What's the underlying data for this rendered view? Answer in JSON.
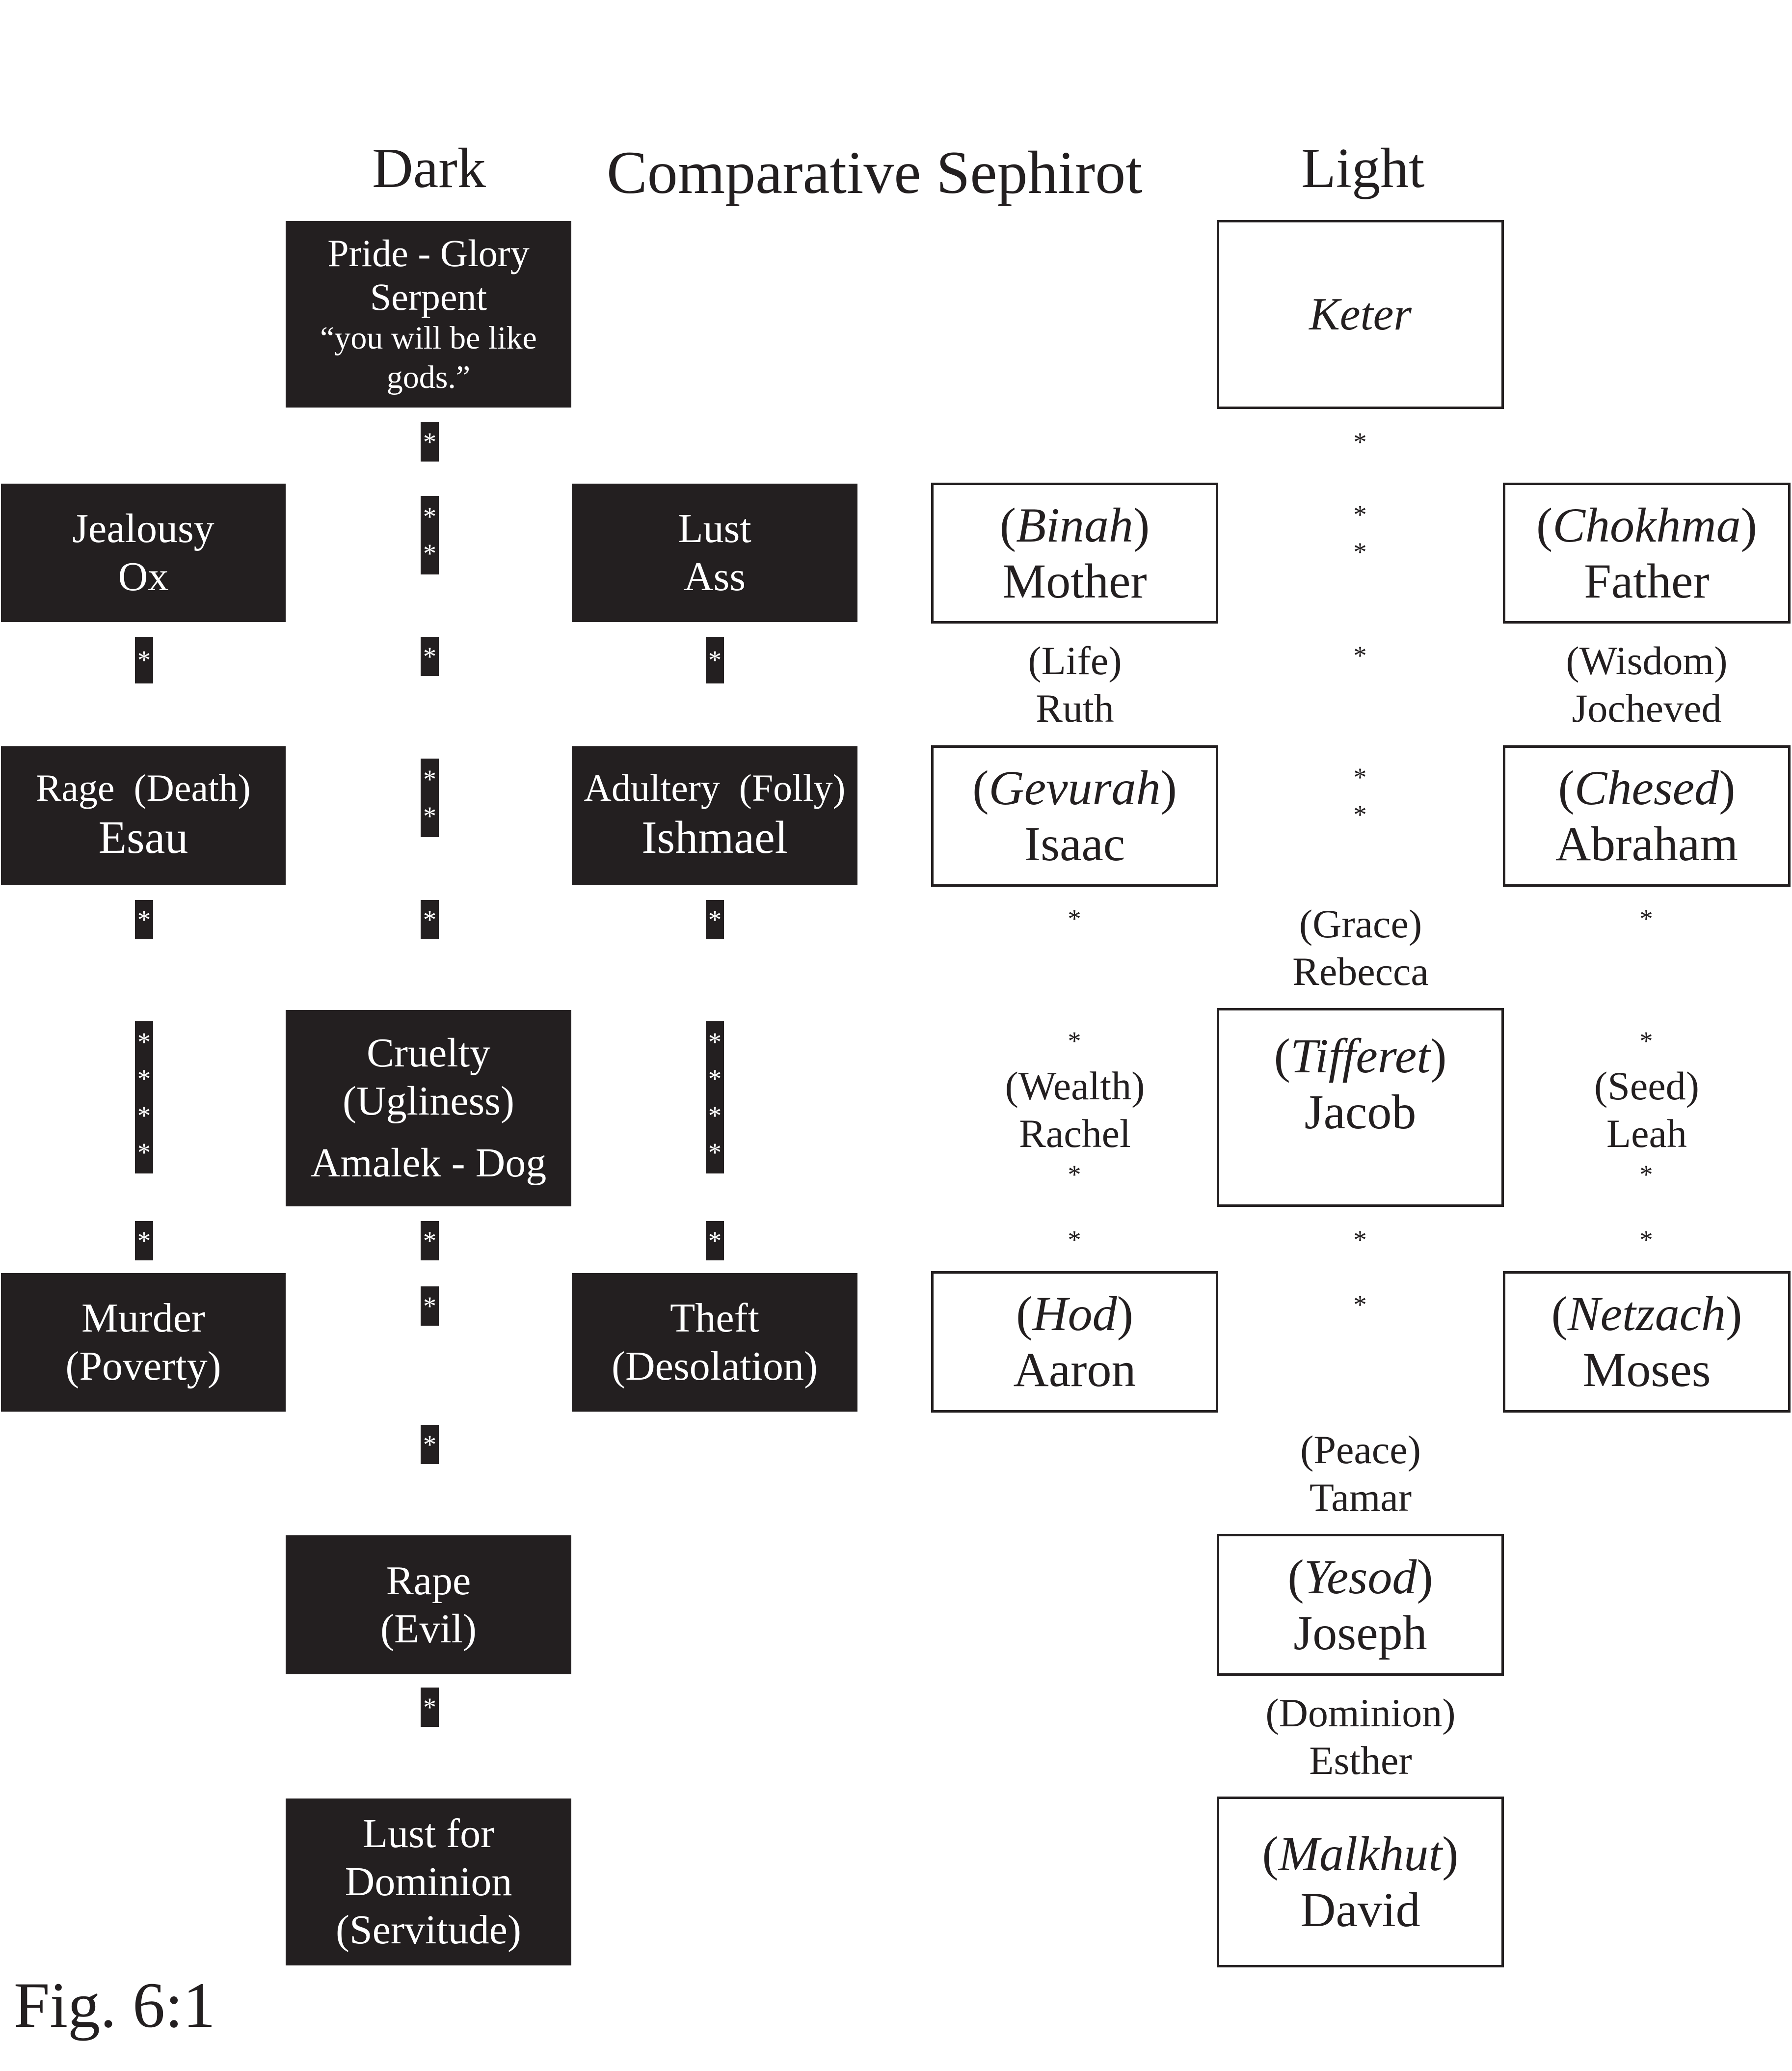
{
  "title": "Comparative Sephirot",
  "columns": {
    "dark": "Dark",
    "light": "Light"
  },
  "figure_label": "Fig. 6:1",
  "connector": "*",
  "dark": {
    "pride": {
      "line1": "Pride - Glory",
      "line2": "Serpent",
      "line3": "“you will be like",
      "line4": "gods.”"
    },
    "jealousy": {
      "line1": "Jealousy",
      "line2": "Ox"
    },
    "lust": {
      "line1": "Lust",
      "line2": "Ass"
    },
    "rage": {
      "line1": "Rage  (Death)",
      "line2": "Esau"
    },
    "adultery": {
      "line1": "Adultery  (Folly)",
      "line2": "Ishmael"
    },
    "cruelty": {
      "line1": "Cruelty",
      "line2": "(Ugliness)",
      "line3": "Amalek - Dog"
    },
    "murder": {
      "line1": "Murder",
      "line2": "(Poverty)"
    },
    "theft": {
      "line1": "Theft",
      "line2": "(Desolation)"
    },
    "rape": {
      "line1": "Rape",
      "line2": "(Evil)"
    },
    "dominion": {
      "line1": "Lust for",
      "line2": "Dominion",
      "line3": "(Servitude)"
    }
  },
  "light": {
    "keter": {
      "name": "Keter"
    },
    "binah": {
      "open": "(",
      "name": "Binah",
      "close": ")",
      "person": "Mother"
    },
    "chokhma": {
      "open": "(",
      "name": "Chokhma",
      "close": ")",
      "person": "Father"
    },
    "gevurah": {
      "open": "(",
      "name": "Gevurah",
      "close": ")",
      "person": "Isaac"
    },
    "chesed": {
      "open": "(",
      "name": "Chesed",
      "close": ")",
      "person": "Abraham"
    },
    "tifferet": {
      "open": "(",
      "name": "Tifferet",
      "close": ")",
      "person": "Jacob"
    },
    "hod": {
      "open": "(",
      "name": "Hod",
      "close": ")",
      "person": "Aaron"
    },
    "netzach": {
      "open": "(",
      "name": "Netzach",
      "close": ")",
      "person": "Moses"
    },
    "yesod": {
      "open": "(",
      "name": "Yesod",
      "close": ")",
      "person": "Joseph"
    },
    "malkhut": {
      "open": "(",
      "name": "Malkhut",
      "close": ")",
      "person": "David"
    }
  },
  "paths": {
    "life": {
      "virtue": "(Life)",
      "person": "Ruth"
    },
    "wisdom": {
      "virtue": "(Wisdom)",
      "person": "Jocheved"
    },
    "grace": {
      "virtue": "(Grace)",
      "person": "Rebecca"
    },
    "wealth": {
      "virtue": "(Wealth)",
      "person": "Rachel"
    },
    "seed": {
      "virtue": "(Seed)",
      "person": "Leah"
    },
    "peace": {
      "virtue": "(Peace)",
      "person": "Tamar"
    },
    "dominion": {
      "virtue": "(Dominion)",
      "person": "Esther"
    }
  }
}
